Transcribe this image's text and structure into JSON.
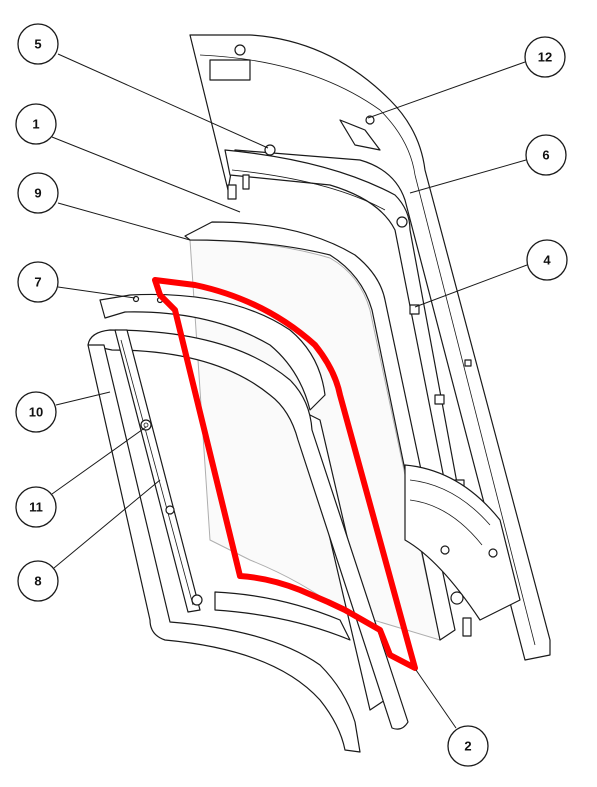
{
  "callouts": [
    {
      "id": "c5",
      "label": "5"
    },
    {
      "id": "c12",
      "label": "12"
    },
    {
      "id": "c1",
      "label": "1"
    },
    {
      "id": "c6",
      "label": "6"
    },
    {
      "id": "c9",
      "label": "9"
    },
    {
      "id": "c4",
      "label": "4"
    },
    {
      "id": "c7",
      "label": "7"
    },
    {
      "id": "c10",
      "label": "10"
    },
    {
      "id": "c11",
      "label": "11"
    },
    {
      "id": "c8",
      "label": "8"
    },
    {
      "id": "c2",
      "label": "2"
    }
  ],
  "colors": {
    "highlight": "#ff0000",
    "line": "#1a1a1a",
    "background": "#ffffff"
  }
}
